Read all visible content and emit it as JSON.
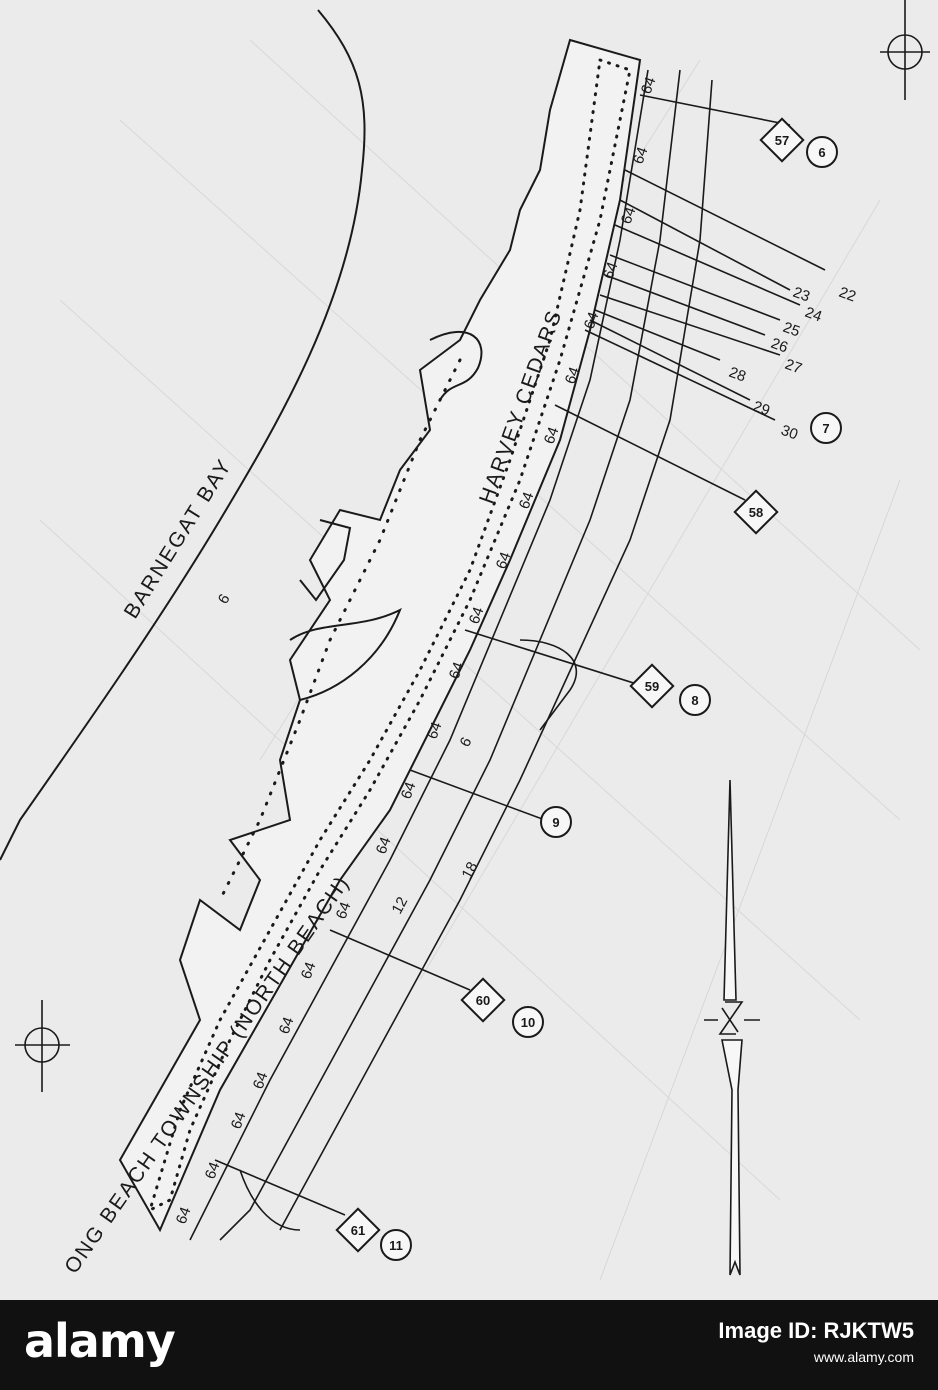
{
  "map": {
    "places": {
      "bay": "BARNEGAT BAY",
      "town": "HARVEY CEDARS",
      "township": "ONG BEACH TOWNSHIP (NORTH BEACH)"
    },
    "depth_labels": [
      "6",
      "6",
      "12",
      "18"
    ],
    "station_code": "64",
    "diamond_markers": [
      "57",
      "58",
      "59",
      "60",
      "61"
    ],
    "circle_markers": [
      "6",
      "7",
      "8",
      "9",
      "10",
      "11"
    ],
    "profile_line_labels": [
      "22",
      "23",
      "24",
      "25",
      "26",
      "27",
      "28",
      "29",
      "30"
    ],
    "colors": {
      "paper": "#ebebeb",
      "ink": "#1a1a1a",
      "watermark_bg": "#111111"
    }
  },
  "watermark": {
    "logo": "alamy",
    "line1": "Image ID: RJKTW5",
    "line2": "www.alamy.com"
  }
}
